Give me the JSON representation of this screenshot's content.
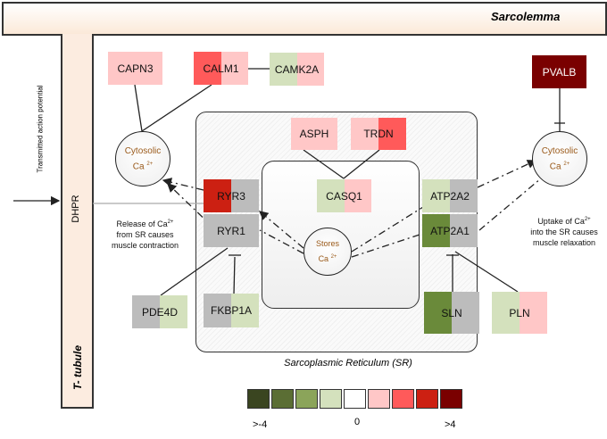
{
  "labels": {
    "sarcolemma": "Sarcolemma",
    "t_tubule": "T- tubule",
    "dhpr": "DHPR",
    "action_potential": "Transmitted action potential",
    "sr": "Sarcoplasmic Reticulum (SR)",
    "cytosolic": "Cytosolic",
    "ca": "Ca",
    "charge": "2+",
    "stores": "Stores",
    "release": [
      "Release of Ca",
      "from SR causes",
      "muscle contraction"
    ],
    "uptake": [
      "Uptake of  Ca",
      "into the SR causes",
      "muscle relaxation"
    ]
  },
  "colors": {
    "gray": "#bcbcbc",
    "scale": [
      "#3a4520",
      "#5b6e34",
      "#8ba45a",
      "#d4e1bd",
      "#ffffff",
      "#ffc7c7",
      "#ff5a5a",
      "#cc2012",
      "#7a0000"
    ]
  },
  "genes": {
    "CAPN3": {
      "name": "CAPN3",
      "left": "#ffc7c7",
      "right": "#ffc7c7"
    },
    "CALM1": {
      "name": "CALM1",
      "left": "#ff5a5a",
      "right": "#ffc7c7"
    },
    "CAMK2A": {
      "name": "CAMK2A",
      "left": "#d4e1bd",
      "right": "#ffc7c7"
    },
    "PVALB": {
      "name": "PVALB",
      "left": "#7a0000",
      "right": "#7a0000"
    },
    "ASPH": {
      "name": "ASPH",
      "left": "#ffc7c7",
      "right": "#ffc7c7"
    },
    "TRDN": {
      "name": "TRDN",
      "left": "#ffc7c7",
      "right": "#ff5a5a"
    },
    "CASQ1": {
      "name": "CASQ1",
      "left": "#d4e1bd",
      "right": "#ffc7c7"
    },
    "RYR3": {
      "name": "RYR3",
      "left": "#cc2012",
      "right": "#bcbcbc"
    },
    "RYR1": {
      "name": "RYR1",
      "left": "#bcbcbc",
      "right": "#bcbcbc"
    },
    "ATP2A2": {
      "name": "ATP2A2",
      "left": "#d4e1bd",
      "right": "#bcbcbc"
    },
    "ATP2A1": {
      "name": "ATP2A1",
      "left": "#6a8a3a",
      "right": "#bcbcbc"
    },
    "PDE4D": {
      "name": "PDE4D",
      "left": "#bcbcbc",
      "right": "#d4e1bd"
    },
    "FKBP1A": {
      "name": "FKBP1A",
      "left": "#bcbcbc",
      "right": "#d4e1bd"
    },
    "SLN": {
      "name": "SLN",
      "left": "#6a8a3a",
      "right": "#bcbcbc"
    },
    "PLN": {
      "name": "PLN",
      "left": "#d4e1bd",
      "right": "#ffc7c7"
    }
  },
  "legend": {
    "min": ">-4",
    "mid": "0",
    "max": ">4"
  }
}
